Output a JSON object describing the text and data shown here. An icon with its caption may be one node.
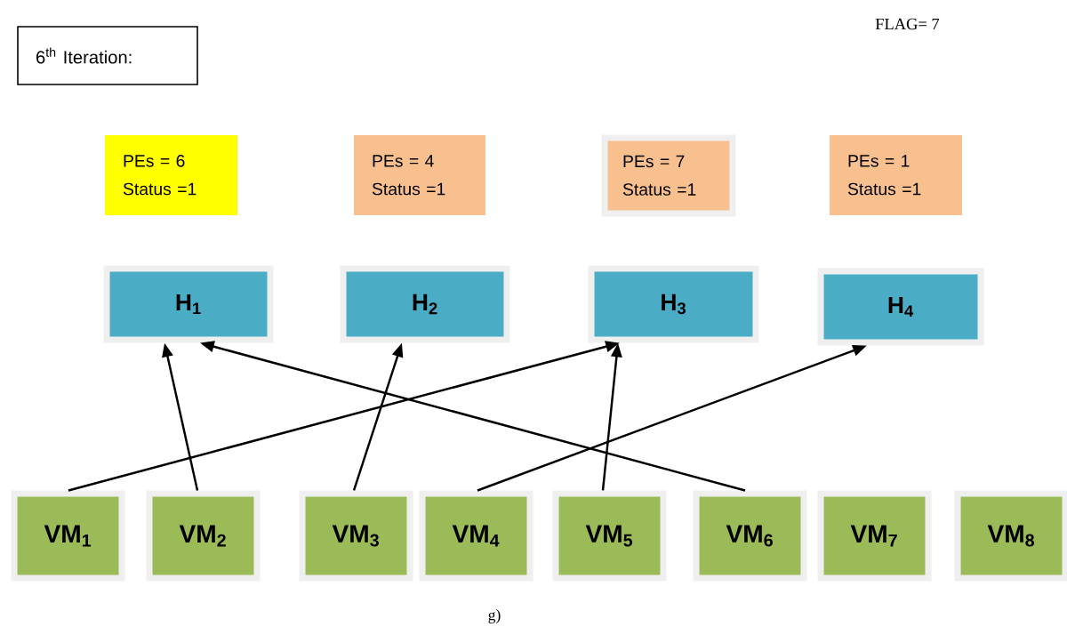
{
  "diagram": {
    "caption": "g)",
    "nodes": [
      {
        "text": [
          "6$^{th}$ Iteration:"
        ]
      },
      {
        "text": [
          "PEs = 6",
          "Status =1"
        ]
      },
      {
        "text": [
          "PEs = 4",
          "Status =1"
        ]
      },
      {
        "text": [
          "PEs = 7",
          "Status =1"
        ]
      },
      {
        "text": [
          "PEs = 1",
          "Status =1"
        ]
      },
      {
        "text": [
          "H$_{1}$"
        ]
      },
      {
        "text": [
          "H$_{2}$"
        ]
      },
      {
        "text": [
          "H$_{3}$"
        ]
      },
      {
        "text": [
          "H$_{4}$"
        ]
      },
      {
        "text": [
          "VM$_{1}$"
        ]
      },
      {
        "text": [
          "VM$_{2}$"
        ]
      },
      {
        "text": [
          "VM$_{3}$"
        ]
      },
      {
        "text": [
          "VM$_{4}$"
        ]
      },
      {
        "text": [
          "VM$_{5}$"
        ]
      },
      {
        "text": [
          "VM$_{6}$"
        ]
      },
      {
        "text": [
          "VM$_{7}$"
        ]
      },
      {
        "text": [
          "VM$_{8}$"
        ]
      }
    ],
    "edges": [
      {
        "from": 9,
        "to": 7,
        "arrow": "to"
      },
      {
        "from": 10,
        "to": 5,
        "arrow": "to"
      },
      {
        "from": 11,
        "to": 6,
        "arrow": "to"
      },
      {
        "from": 12,
        "to": 8,
        "arrow": "to"
      },
      {
        "from": 13,
        "to": 7,
        "arrow": "to"
      },
      {
        "from": 14,
        "to": 5,
        "arrow": "to"
      }
    ],
    "labels": [
      "FLAG= 7"
    ]
  }
}
